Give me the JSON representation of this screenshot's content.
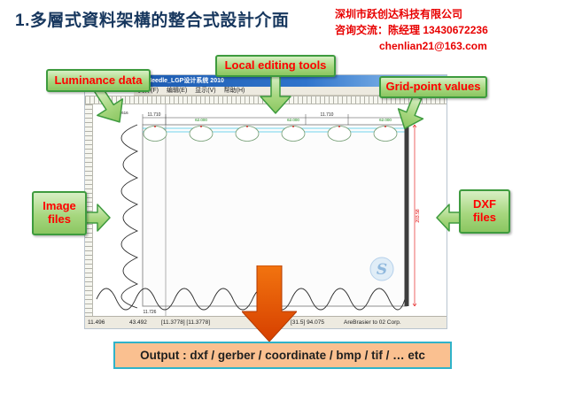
{
  "slide": {
    "title": "1.多層式資料架構的整合式設計介面"
  },
  "contact": {
    "company": "深圳市跃创达科技有限公司",
    "line2": "咨询交流：陈经理  13430672236",
    "email": "chenlian21@163.com"
  },
  "callouts": {
    "luminance": {
      "label": "Luminance data"
    },
    "local_editing": {
      "label": "Local editing tools"
    },
    "grid_point": {
      "label": "Grid-point values"
    },
    "image_files": {
      "label": "Image files"
    },
    "dxf_files": {
      "label": "DXF files"
    }
  },
  "output": {
    "label": "Output : dxf / gerber / coordinate / bmp / tif / … etc"
  },
  "window": {
    "title_bar": "GPNeedle_LGP设计系统 2010",
    "menu_items": [
      "文件(F)",
      "编辑(E)",
      "显示(V)",
      "帮助(H)"
    ],
    "dimensions": {
      "small_top": "6.616",
      "top_left": "11.710",
      "top_right": "11.710",
      "bottom_left": "11.726",
      "right_vertical": "203.58"
    },
    "ellipse_labels": [
      "62.000",
      "62.000",
      "62.000"
    ],
    "status_items": [
      "11.496",
      "43.492",
      "[11.3778] [11.3778]",
      "[31.5] 94.075",
      "AreBrasier to 02 Corp."
    ],
    "watermark": "S"
  },
  "colors": {
    "title_text": "#17375E",
    "contact_text": "#E80000",
    "callout_fill": "#A7D77F",
    "callout_border": "#3E9B3E",
    "callout_text": "#FF0000",
    "arrow_orange": "#E8530E",
    "output_fill": "#FAC090",
    "output_border": "#2FB3C9",
    "titlebar_blue": "#2F74CC"
  }
}
